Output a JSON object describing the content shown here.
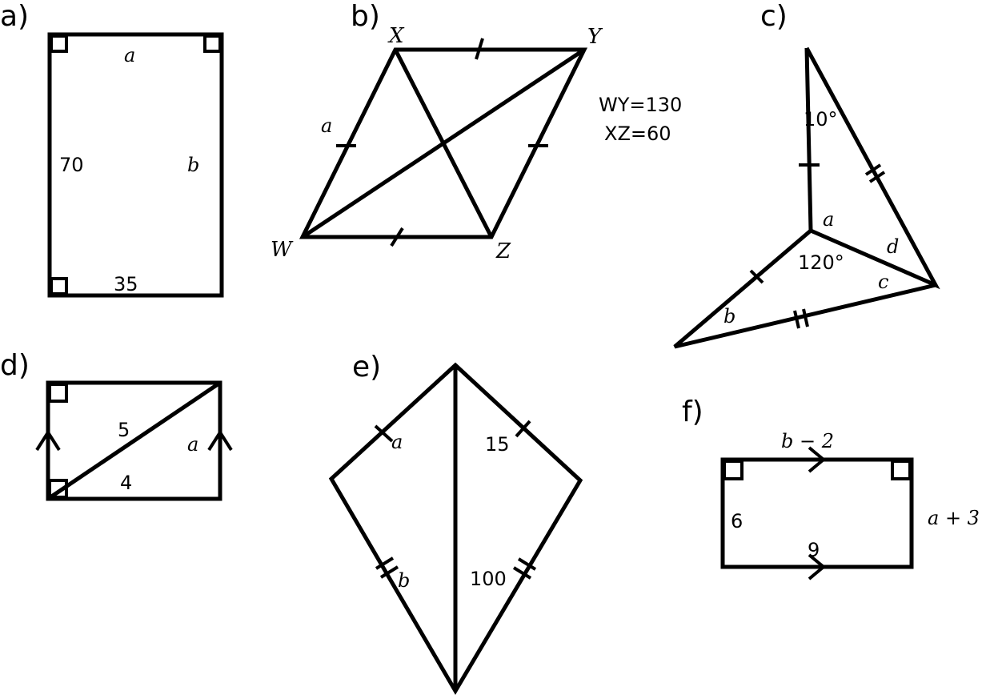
{
  "panels": {
    "a": {
      "label": "a)",
      "top": "a",
      "left": "70",
      "right": "b",
      "bottom": "35"
    },
    "b": {
      "label": "b)",
      "vertex_x": "X",
      "vertex_y": "Y",
      "vertex_w": "W",
      "vertex_z": "Z",
      "side": "a",
      "given_1": "WY=130",
      "given_2": "XZ=60"
    },
    "c": {
      "label": "c)",
      "angle_top": "10°",
      "angle_a": "a",
      "angle_center": "120°",
      "angle_d": "d",
      "angle_c": "c",
      "angle_b": "b"
    },
    "d": {
      "label": "d)",
      "diagonal": "5",
      "bottom": "4",
      "right": "a"
    },
    "e": {
      "label": "e)",
      "upper_left": "a",
      "upper_right": "15",
      "lower_left": "b",
      "lower_right": "100"
    },
    "f": {
      "label": "f)",
      "top": "b − 2",
      "left": "6",
      "bottom": "9",
      "right": "a + 3"
    }
  }
}
